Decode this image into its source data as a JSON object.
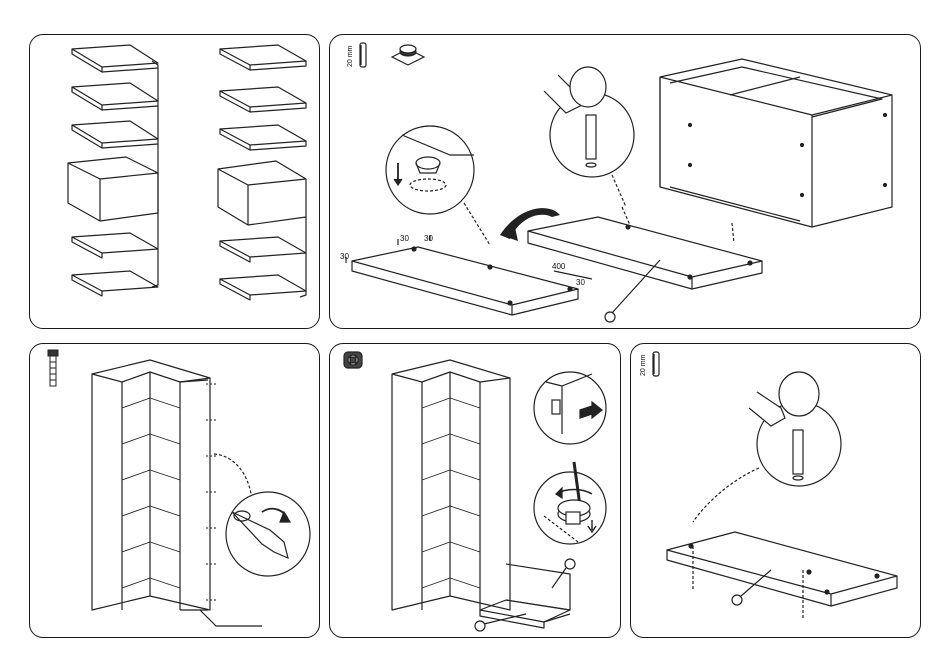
{
  "panels": {
    "p2": {
      "pin_length": "20 mm",
      "dims": [
        "30",
        "30",
        "30",
        "400",
        "30"
      ]
    },
    "p6": {
      "pin_length": "20 mm"
    }
  }
}
